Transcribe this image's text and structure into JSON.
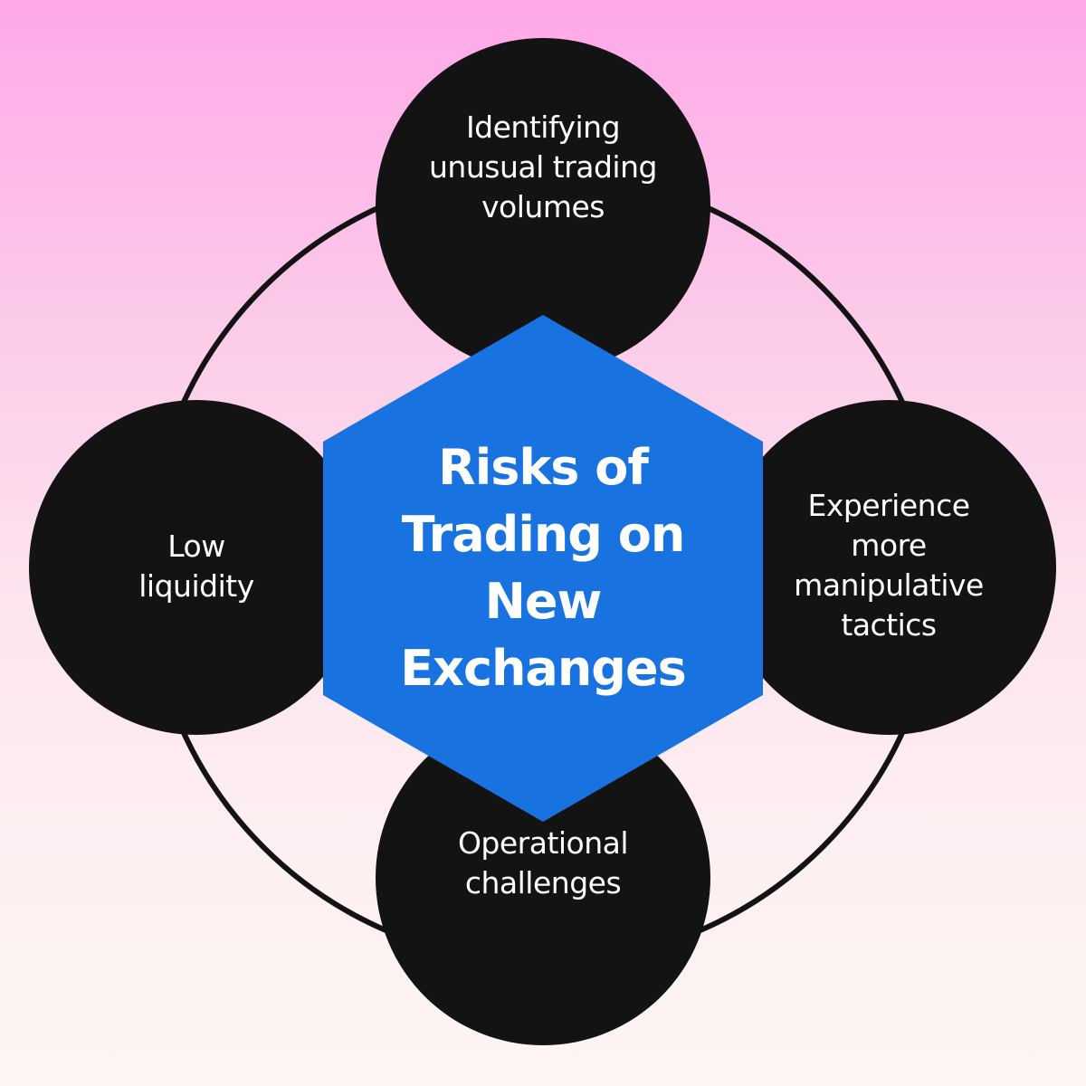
{
  "diagram": {
    "center_title": "Risks of\nTrading on\nNew\nExchanges",
    "nodes": {
      "top": "Identifying\nunusual trading\nvolumes",
      "left": "Low\nliquidity",
      "right": "Experience\nmore\nmanipulative\ntactics",
      "bottom": "Operational\nchallenges"
    }
  },
  "colors": {
    "background_top": "#ffa8e8",
    "background_bottom": "#fdf4f3",
    "circle": "#131313",
    "hexagon": "#1873e0",
    "text": "#ffffff"
  }
}
